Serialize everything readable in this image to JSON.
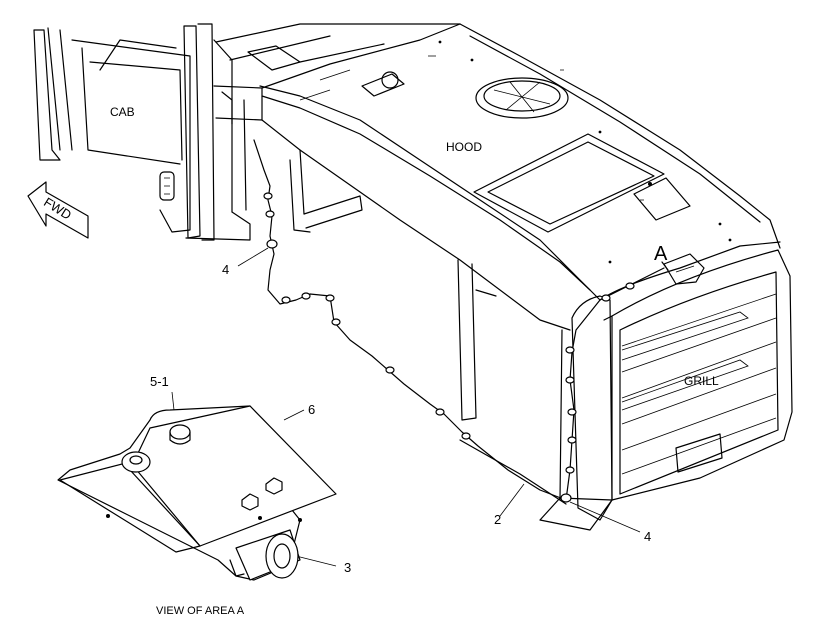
{
  "labels": {
    "cab": "CAB",
    "hood": "HOOD",
    "grill": "GRILL",
    "fwd": "FWD",
    "area": "A",
    "callout_4_left": "4",
    "callout_4_right": "4",
    "callout_2": "2",
    "callout_5_1": "5-1",
    "callout_6": "6",
    "callout_3": "3",
    "view_caption": "VIEW OF AREA A"
  },
  "colors": {
    "line": "#000000",
    "background": "#ffffff"
  }
}
